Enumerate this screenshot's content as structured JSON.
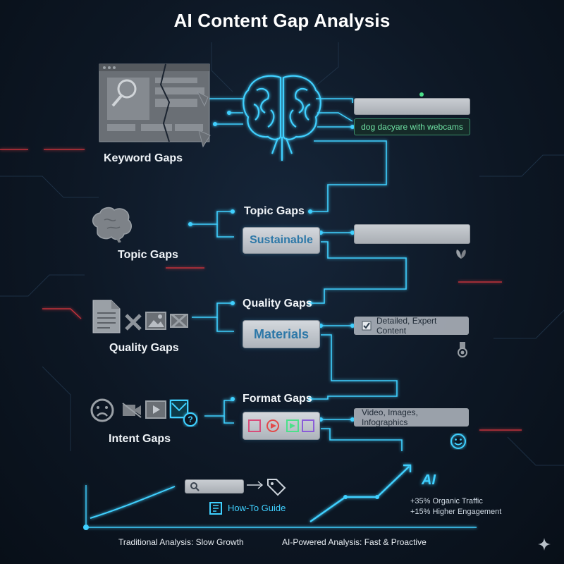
{
  "title": "AI Content Gap Analysis",
  "left_labels": {
    "keyword": "Keyword Gaps",
    "topic": "Topic Gaps",
    "quality": "Quality Gaps",
    "intent": "Intent Gaps"
  },
  "flow": {
    "keyword_chip": "dog dacyare with webcams",
    "topic_label": "Topic Gaps",
    "topic_pill": "Sustainable",
    "quality_label": "Quality Gaps",
    "quality_pill": "Materials",
    "quality_chip": "Detailed, Expert Content",
    "format_label": "Format Gaps",
    "format_chip": "Video, Images, Infographics"
  },
  "bottom": {
    "guide": "How-To Guide",
    "ai_logo": "AI",
    "ai_stat_1": "+35% Organic Traffic",
    "ai_stat_2": "+15% Higher Engagement",
    "caption_left": "Traditional Analysis: Slow Growth",
    "caption_right": "AI-Powered Analysis: Fast & Proactive"
  },
  "colors": {
    "accent": "#3fd0ff",
    "green": "#4be08a",
    "red": "#c0303a",
    "bg": "#0d1724"
  }
}
